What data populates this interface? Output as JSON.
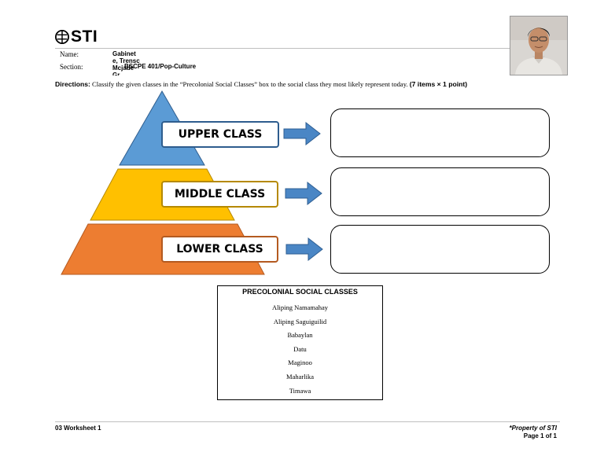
{
  "header": {
    "logo_text": "STI",
    "name_label": "Name:",
    "name_value_line1": "Gabinet",
    "name_value_line2": "e, Trensc",
    "name_value_line3": "Mcjade",
    "name_value_line4": "Gr",
    "section_label": "Section:",
    "section_value": "BSCPE 401/Pop-Culture"
  },
  "directions": {
    "label": "Directions:",
    "text": " Classify the given classes in the “Precolonial Social Classes” box to the social class they most likely represent today. ",
    "points": "(7 items × 1 point)"
  },
  "pyramid": {
    "upper": "UPPER CLASS",
    "middle": "MIDDLE CLASS",
    "lower": "LOWER CLASS",
    "colors": {
      "upper": "#5b9bd5",
      "middle": "#ffc000",
      "lower": "#ed7d31",
      "arrow": "#4a86c5",
      "arrow_stroke": "#2f5f93"
    }
  },
  "precolonial": {
    "title": "PRECOLONIAL SOCIAL CLASSES",
    "items": [
      "Aliping Namamahay",
      "Aliping Saguiguilid",
      "Babaylan",
      "Datu",
      "Maginoo",
      "Maharlika",
      "Timawa"
    ]
  },
  "footer": {
    "left": "03 Worksheet 1",
    "right_line1": "*Property of STI",
    "right_line2": "Page 1 of 1"
  }
}
